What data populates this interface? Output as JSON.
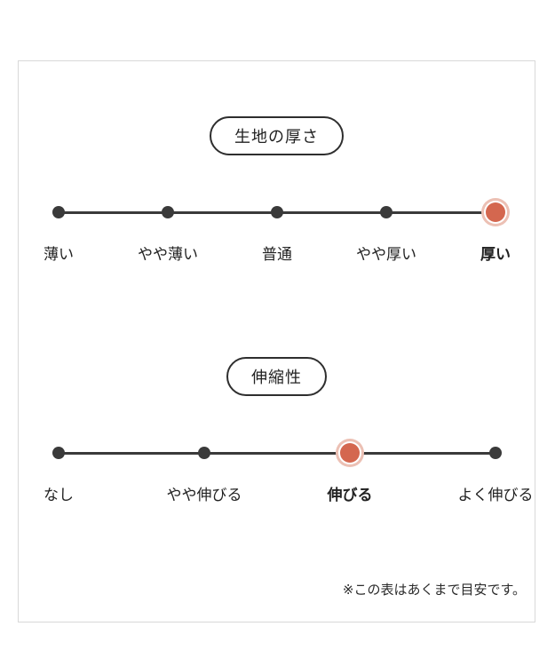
{
  "scales": [
    {
      "title": "生地の厚さ",
      "options": [
        {
          "label": "薄い",
          "selected": false
        },
        {
          "label": "やや薄い",
          "selected": false
        },
        {
          "label": "普通",
          "selected": false
        },
        {
          "label": "やや厚い",
          "selected": false
        },
        {
          "label": "厚い",
          "selected": true
        }
      ],
      "selected_label": "厚い",
      "selected_index": 4
    },
    {
      "title": "伸縮性",
      "options": [
        {
          "label": "なし",
          "selected": false
        },
        {
          "label": "やや伸びる",
          "selected": false
        },
        {
          "label": "伸びる",
          "selected": true
        },
        {
          "label": "よく伸びる",
          "selected": false
        }
      ],
      "selected_label": "伸びる",
      "selected_index": 2
    }
  ],
  "footnote": "※この表はあくまで目安です。",
  "colors": {
    "accent": "#d4674f",
    "accent_halo": "#ecc0b4",
    "dot": "#3a3a3a",
    "line": "#3a3a3a",
    "frame_border": "#d8d8d8",
    "text": "#222222"
  }
}
